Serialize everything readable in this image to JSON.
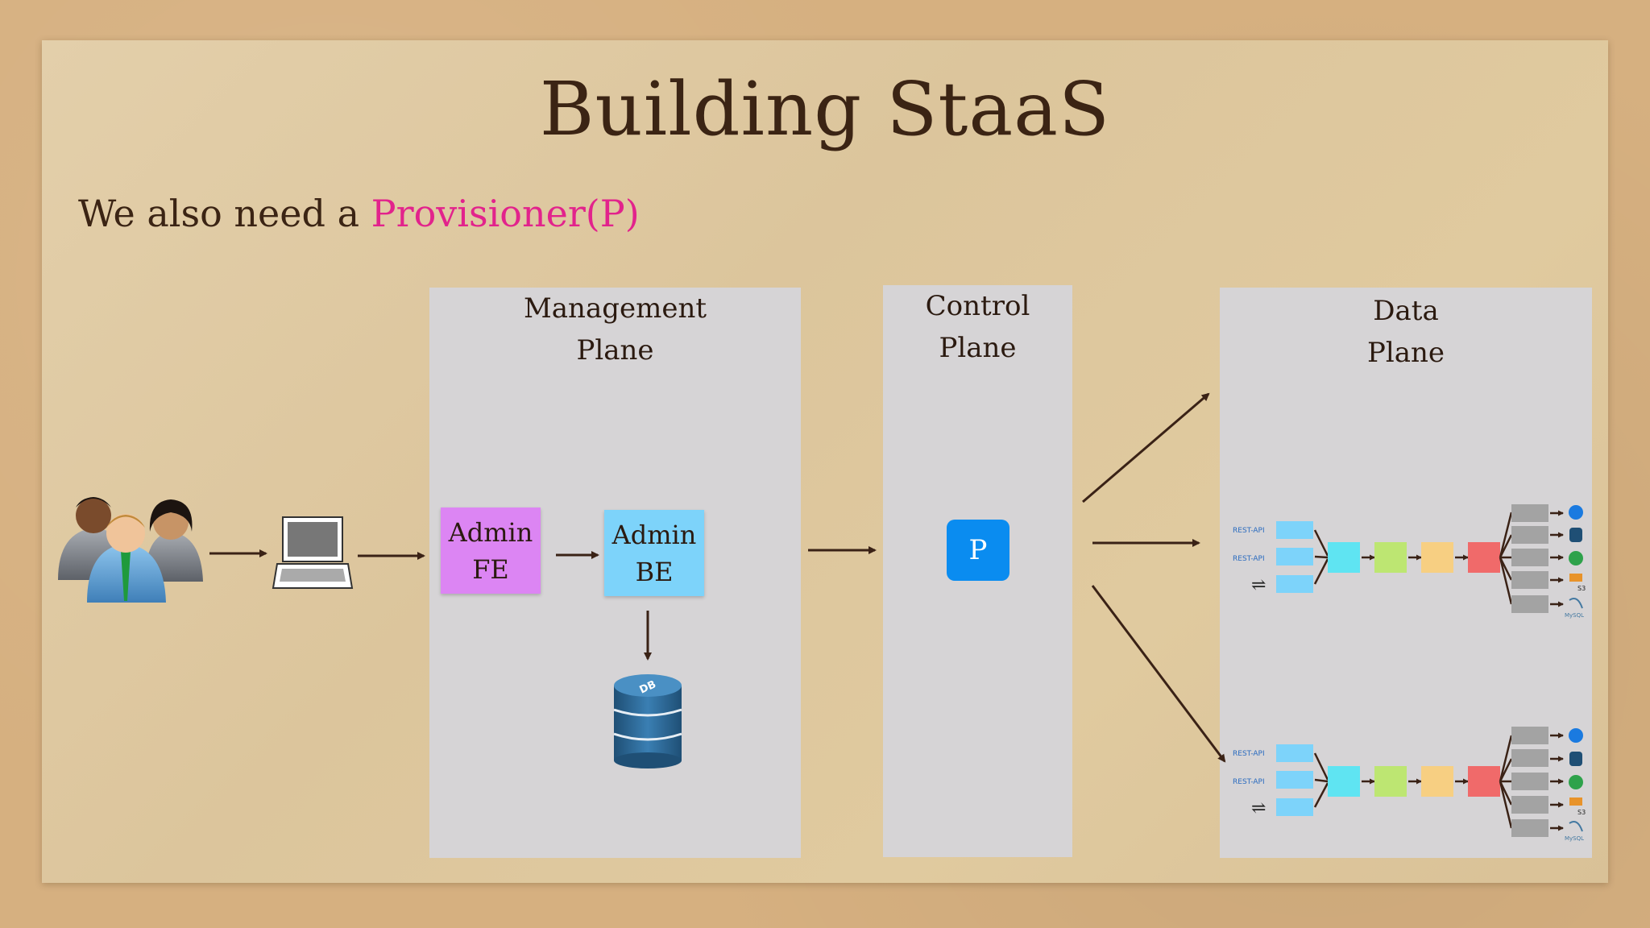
{
  "slide": {
    "title": "Building StaaS",
    "subtitle_prefix": "We also need a ",
    "subtitle_highlight": "Provisioner(P)"
  },
  "panels": {
    "management": {
      "line1": "Management",
      "line2": "Plane"
    },
    "control": {
      "line1": "Control",
      "line2": "Plane"
    },
    "data": {
      "line1": "Data",
      "line2": "Plane"
    }
  },
  "boxes": {
    "admin_fe": {
      "line1": "Admin",
      "line2": "FE",
      "color": "#dc85f3"
    },
    "admin_be": {
      "line1": "Admin",
      "line2": "BE",
      "color": "#7dd3fa"
    },
    "provisioner": {
      "label": "P",
      "color": "#0a8cf0"
    }
  },
  "db": {
    "label": "DB",
    "color": "#2d6a96"
  },
  "pipeline": {
    "source_label": "REST-API",
    "stage_colors": [
      "#5fe4f2",
      "#bde672",
      "#f7cf82",
      "#f06a6a"
    ],
    "sink_icons": [
      "search-icon",
      "database-icon",
      "green-badge-icon",
      "s3-icon",
      "mysql-icon"
    ],
    "sink_labels": [
      "S3",
      "MySQL"
    ]
  },
  "icons": [
    "users-icon",
    "laptop-icon"
  ],
  "colors": {
    "accent": "#e2238c",
    "ink": "#3b2414",
    "arrow": "#3a2216",
    "panel": "#d6d4d6"
  }
}
